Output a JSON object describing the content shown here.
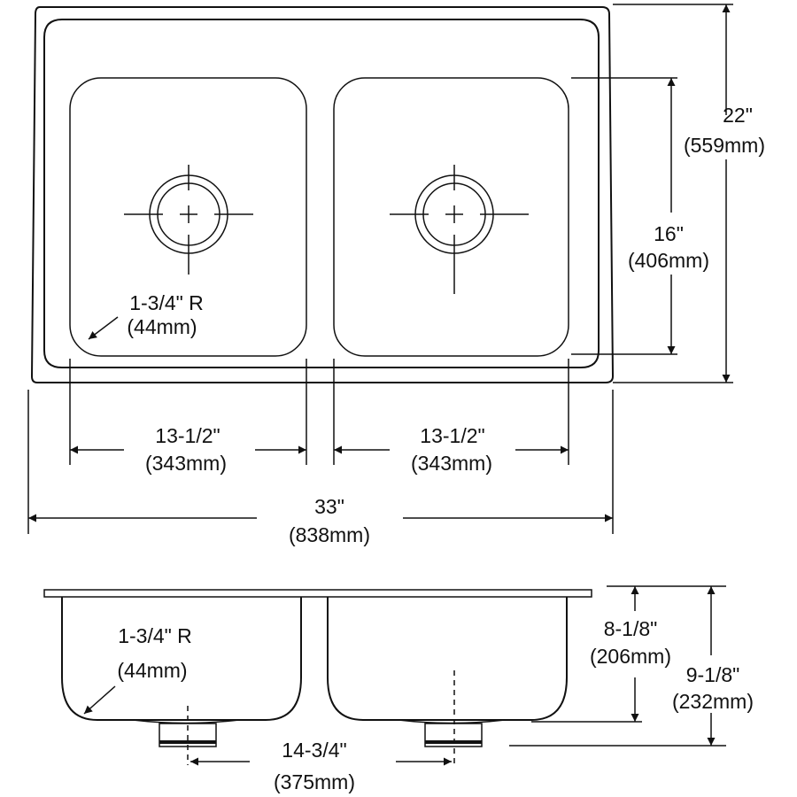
{
  "top_view": {
    "corner_radius": {
      "imperial": "1-3/4\" R",
      "metric": "(44mm)"
    },
    "bowl_depth_dim": {
      "imperial": "16\"",
      "metric": "(406mm)"
    },
    "overall_depth": {
      "imperial": "22\"",
      "metric": "(559mm)"
    },
    "left_bowl_width": {
      "imperial": "13-1/2\"",
      "metric": "(343mm)"
    },
    "right_bowl_width": {
      "imperial": "13-1/2\"",
      "metric": "(343mm)"
    },
    "overall_width": {
      "imperial": "33\"",
      "metric": "(838mm)"
    }
  },
  "side_view": {
    "corner_radius": {
      "imperial": "1-3/4\" R",
      "metric": "(44mm)"
    },
    "bowl_depth": {
      "imperial": "8-1/8\"",
      "metric": "(206mm)"
    },
    "overall_height": {
      "imperial": "9-1/8\"",
      "metric": "(232mm)"
    },
    "drain_spacing": {
      "imperial": "14-3/4\"",
      "metric": "(375mm)"
    }
  }
}
